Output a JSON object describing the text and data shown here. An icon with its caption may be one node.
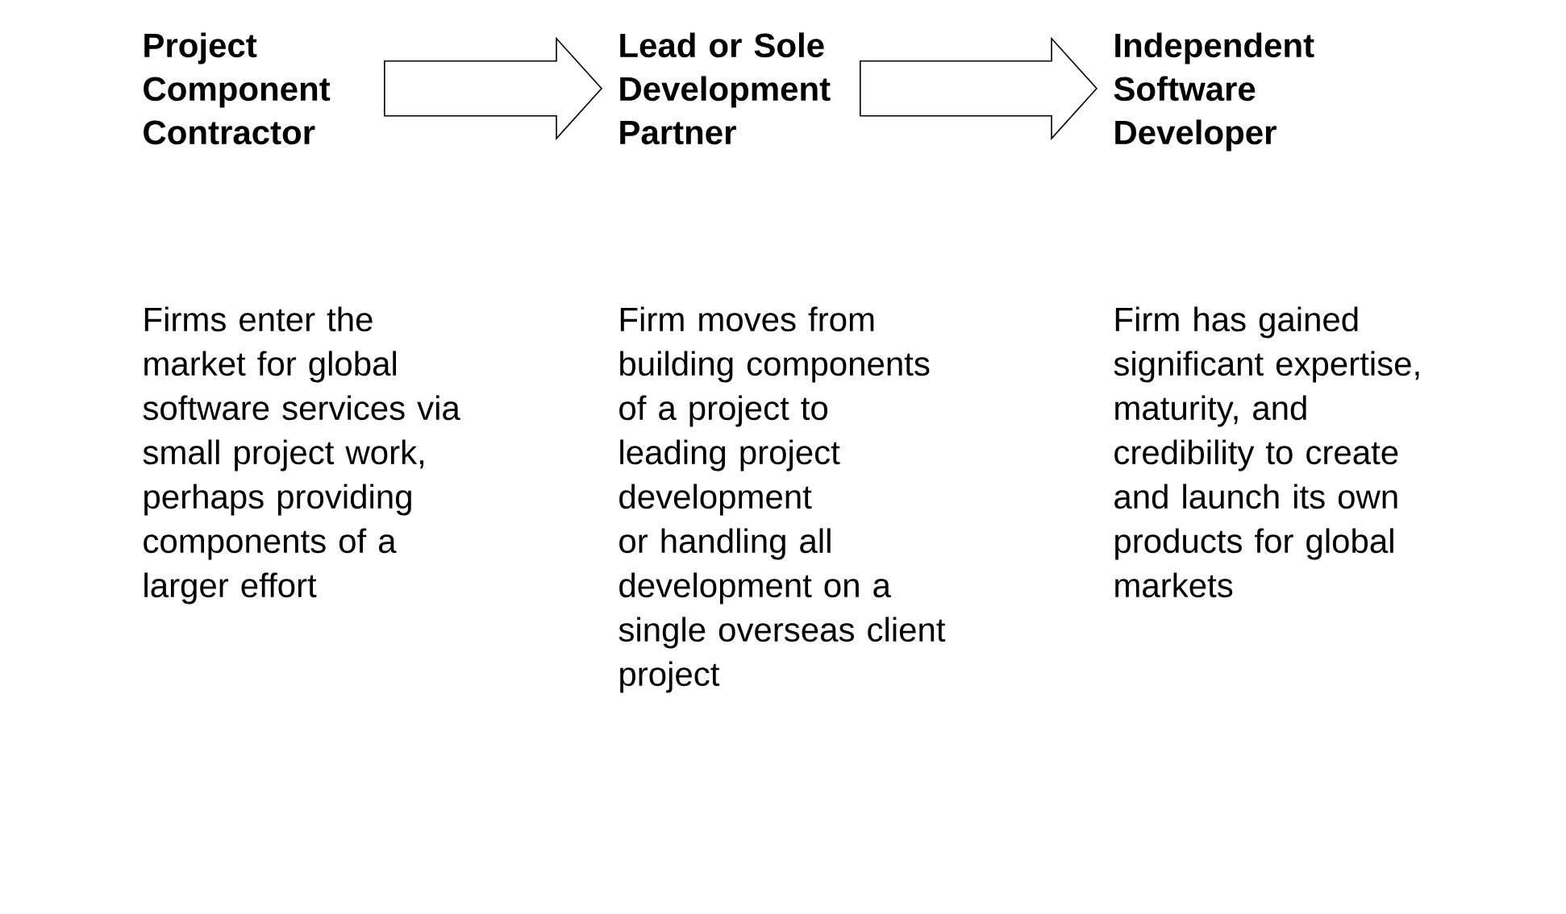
{
  "diagram": {
    "nodes": [
      {
        "text": [
          "Project Component Contractor"
        ]
      },
      {
        "text": [
          "Lead or Sole Development Partner"
        ]
      },
      {
        "text": [
          "Independent Software Developer"
        ]
      }
    ],
    "edges": [
      {
        "from": 0,
        "to": 1,
        "arrow": "to"
      },
      {
        "from": 1,
        "to": 2,
        "arrow": "to"
      }
    ],
    "labels": [
      "Firms enter the market for global software services via small project work, perhaps providing components of a larger effort",
      "Firm moves from building components of a project to leading project development or handling all development on a single overseas client project",
      "Firm has gained significant expertise, maturity, and credibility to create and launch its own products for global markets"
    ]
  }
}
